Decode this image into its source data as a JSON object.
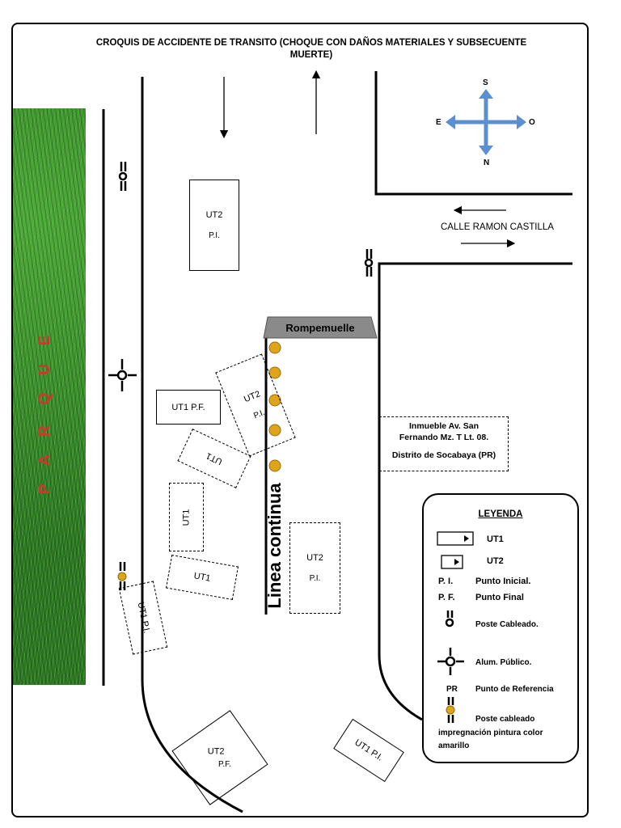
{
  "title": "CROQUIS DE ACCIDENTE DE TRANSITO (CHOQUE CON DAÑOS MATERIALES Y SUBSECUENTE MUERTE)",
  "park_letters": [
    "P",
    "A",
    "R",
    "Q",
    "U",
    "E"
  ],
  "compass": {
    "north": "S",
    "south": "N",
    "east": "E",
    "west": "O"
  },
  "street_name": "CALLE RAMON CASTILLA",
  "rompemuelle": "Rompemuelle",
  "linea_continua": "Linea continua",
  "inmueble": {
    "line1": "Inmueble Av. San",
    "line2": "Fernando Mz. T Lt. 08.",
    "line3": "Distrito de Socabaya (PR)"
  },
  "vehicles": {
    "ut2_pi_top": {
      "name": "UT2",
      "tag": "P.I."
    },
    "ut1_pf": {
      "name": "UT1 P.F."
    },
    "ut2_mid": {
      "name": "UT2",
      "tag": "P.I."
    },
    "ut1_rot1": {
      "name": "UT1"
    },
    "ut1_vert": {
      "name": "UT1"
    },
    "ut1_rot2": {
      "name": "UT1"
    },
    "ut1_pi_left": {
      "name": "UT1 P.I."
    },
    "ut2_pi_right": {
      "name": "UT2",
      "tag": "P.I."
    },
    "ut2_pf_bottom": {
      "name": "UT2",
      "tag": "P.F."
    },
    "ut1_pi_bottom": {
      "name": "UT1 P.I."
    }
  },
  "legend": {
    "title": "LEYENDA",
    "ut1": "UT1",
    "ut2": "UT2",
    "pi_abbr": "P. I.",
    "pi_text": "Punto Inicial.",
    "pf_abbr": "P. F.",
    "pf_text": "Punto Final",
    "poste": "Poste Cableado.",
    "alum": "Alum. Público.",
    "pr_abbr": "PR",
    "pr_text": "Punto de Referencia",
    "poste_yellow_1": "Poste cableado",
    "poste_yellow_2": "impregnación pintura color",
    "poste_yellow_3": "amarillo"
  },
  "colors": {
    "yellow": "#e0a418",
    "rompemuelle": "#8a8a8a",
    "compass": "#5b8fcf",
    "park_letters": "#d7322c"
  }
}
